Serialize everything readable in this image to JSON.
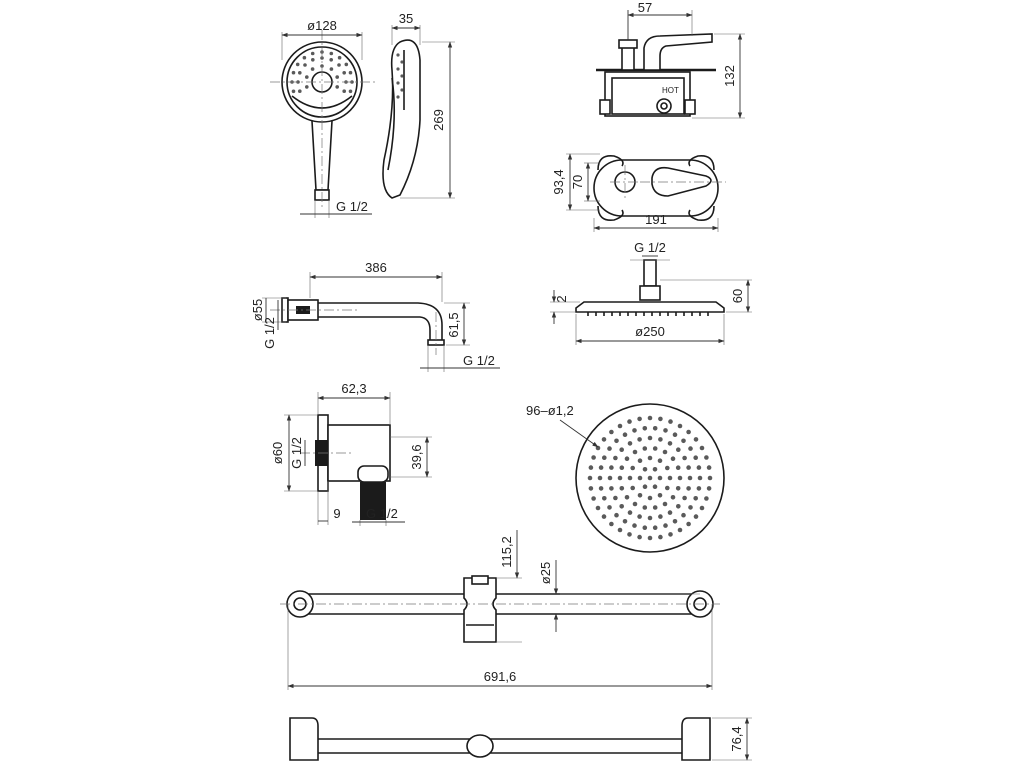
{
  "hand_shower": {
    "diameter": "ø128",
    "depth": "35",
    "length": "269",
    "thread": "G 1/2"
  },
  "mixer": {
    "handle_offset": "57",
    "height": "132",
    "hot_label": "HOT",
    "plate_height": "93,4",
    "plate_inner": "70",
    "width": "191"
  },
  "shower_arm": {
    "length": "386",
    "flange_dia": "ø55",
    "thread_left": "G 1/2",
    "drop": "61,5",
    "thread_right": "G 1/2"
  },
  "rain_head_side": {
    "thread": "G 1/2",
    "height": "60",
    "thickness": "2",
    "diameter": "ø250"
  },
  "wall_outlet": {
    "depth": "62,3",
    "dia": "ø60",
    "thread": "G 1/2",
    "outlet_height": "39,6",
    "offset": "9",
    "thread_bottom": "G 1/2"
  },
  "rain_head_front": {
    "nozzles": "96–ø1,2"
  },
  "slide_bar": {
    "holder_height": "115,2",
    "bar_dia": "ø25",
    "length": "691,6",
    "bracket_depth": "76,4"
  }
}
